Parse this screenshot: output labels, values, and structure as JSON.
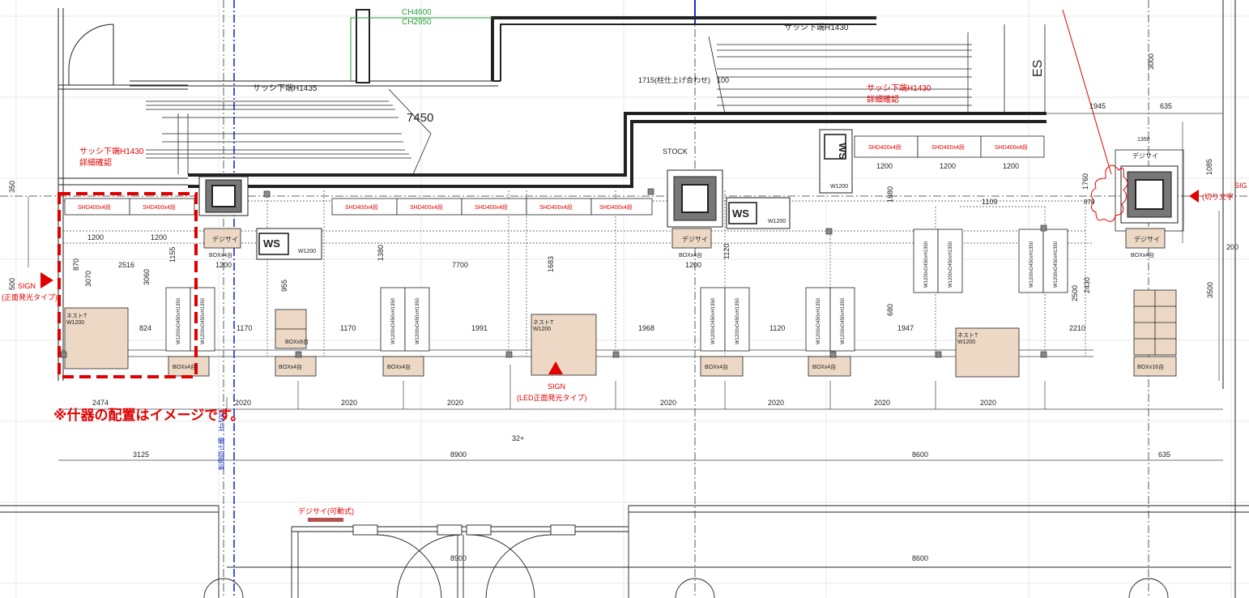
{
  "labels": {
    "ch4600": "CH4600",
    "ch2950": "CH2950",
    "sash_top": "サッシ下端H1430",
    "sash_left": "サッシ下端H1435",
    "dim_7450": "7450",
    "dim_1715": "1715(柱仕上げ合わせ)",
    "dim_100": "100",
    "sash_red_right": "サッシ下端H1430",
    "detail_right": "詳細確認",
    "sash_red_left": "サッシ下端H1430",
    "detail_left": "詳細確認",
    "es": "ES",
    "stock": "STOCK",
    "ws": "WS",
    "ws_w": "W1200",
    "shd": "SHD400x4段",
    "dejisai": "デジサイ",
    "dejisai_mobile": "デジサイ(可動式)",
    "box4": "BOXx4台",
    "box8": "BOXx8台",
    "box16": "BOXx16台",
    "nest": "ネストT",
    "nest_w": "W1200",
    "rack": "W1200xD450xH1350",
    "sign_left": "SIGN",
    "sign_left_sub": "(正面発光タイプ)",
    "sign_center": "SIGN",
    "sign_center_sub": "(LED正面発光タイプ)",
    "sign_right": "SIG",
    "sign_right_sub": "(切り文字",
    "note": "※什器の配置はイメージです。",
    "blue_text": "転倒防止柵　H=500",
    "d_1200": "1200",
    "d_1155": "1155",
    "d_870": "870",
    "d_3070": "3070",
    "d_2516": "2516",
    "d_3060": "3060",
    "d_824": "824",
    "d_955": "955",
    "d_1380": "1380",
    "d_7700": "7700",
    "d_1683": "1683",
    "d_1170": "1170",
    "d_1991": "1991",
    "d_1968": "1968",
    "d_1120": "1120",
    "d_1120b": "1120",
    "d_1947": "1947",
    "d_2210": "2210",
    "d_680": "680",
    "d_1880": "1880",
    "d_1109": "1109",
    "d_2500": "2500",
    "d_2430": "2430",
    "d_1945": "1945",
    "d_635": "635",
    "d_3000": "3000",
    "d_1085": "1085",
    "d_1760": "1760",
    "d_878": "878",
    "d_3500": "3500",
    "d_350": "350",
    "d_500": "500",
    "d_200": "200",
    "d_1350": "1350",
    "d_2474": "2474",
    "d_2020": "2020",
    "d_32": "32+",
    "d_3125": "3125",
    "d_8900": "8900",
    "d_8600": "8600",
    "d_635b": "635",
    "d_8900b": "8900",
    "d_8600b": "8600"
  },
  "colors": {
    "line": "#222222",
    "red": "#e00000",
    "green": "#2a9d3a",
    "blue": "#1433c8",
    "box_fill": "#ecd8c5",
    "column_fill": "#666666"
  }
}
